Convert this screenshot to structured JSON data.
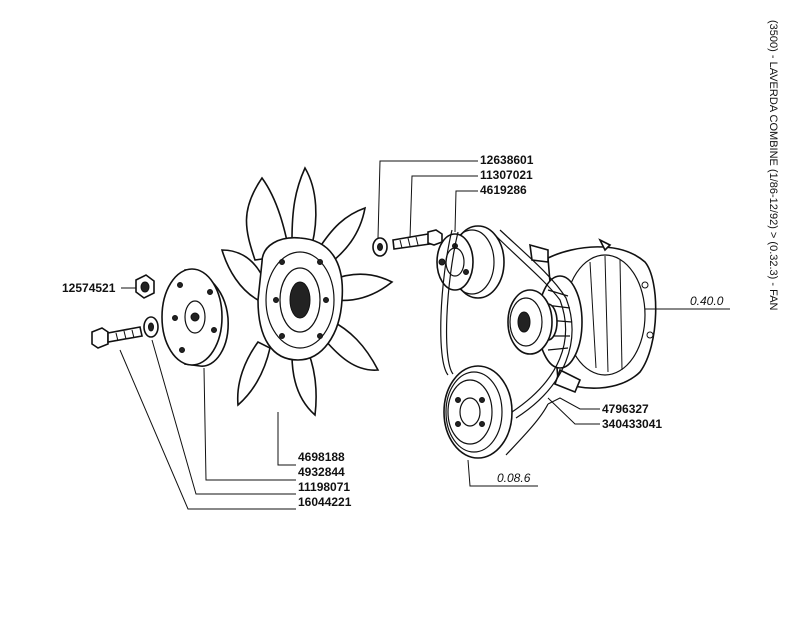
{
  "title": "(3500) - LAVERDA COMBINE (1/86-12/92) > (0.32.3) - FAN",
  "part_numbers": {
    "nut": "12574521",
    "washer_top": "12638601",
    "screw_top": "11307021",
    "pulley": "4619286",
    "belt": "4796327",
    "belt_alt": "340433041",
    "fan": "4698188",
    "spacer": "4932844",
    "washer": "11198071",
    "bolt": "16044221"
  },
  "references": {
    "alternator": "0.40.0",
    "water_pump": "0.08.6"
  }
}
